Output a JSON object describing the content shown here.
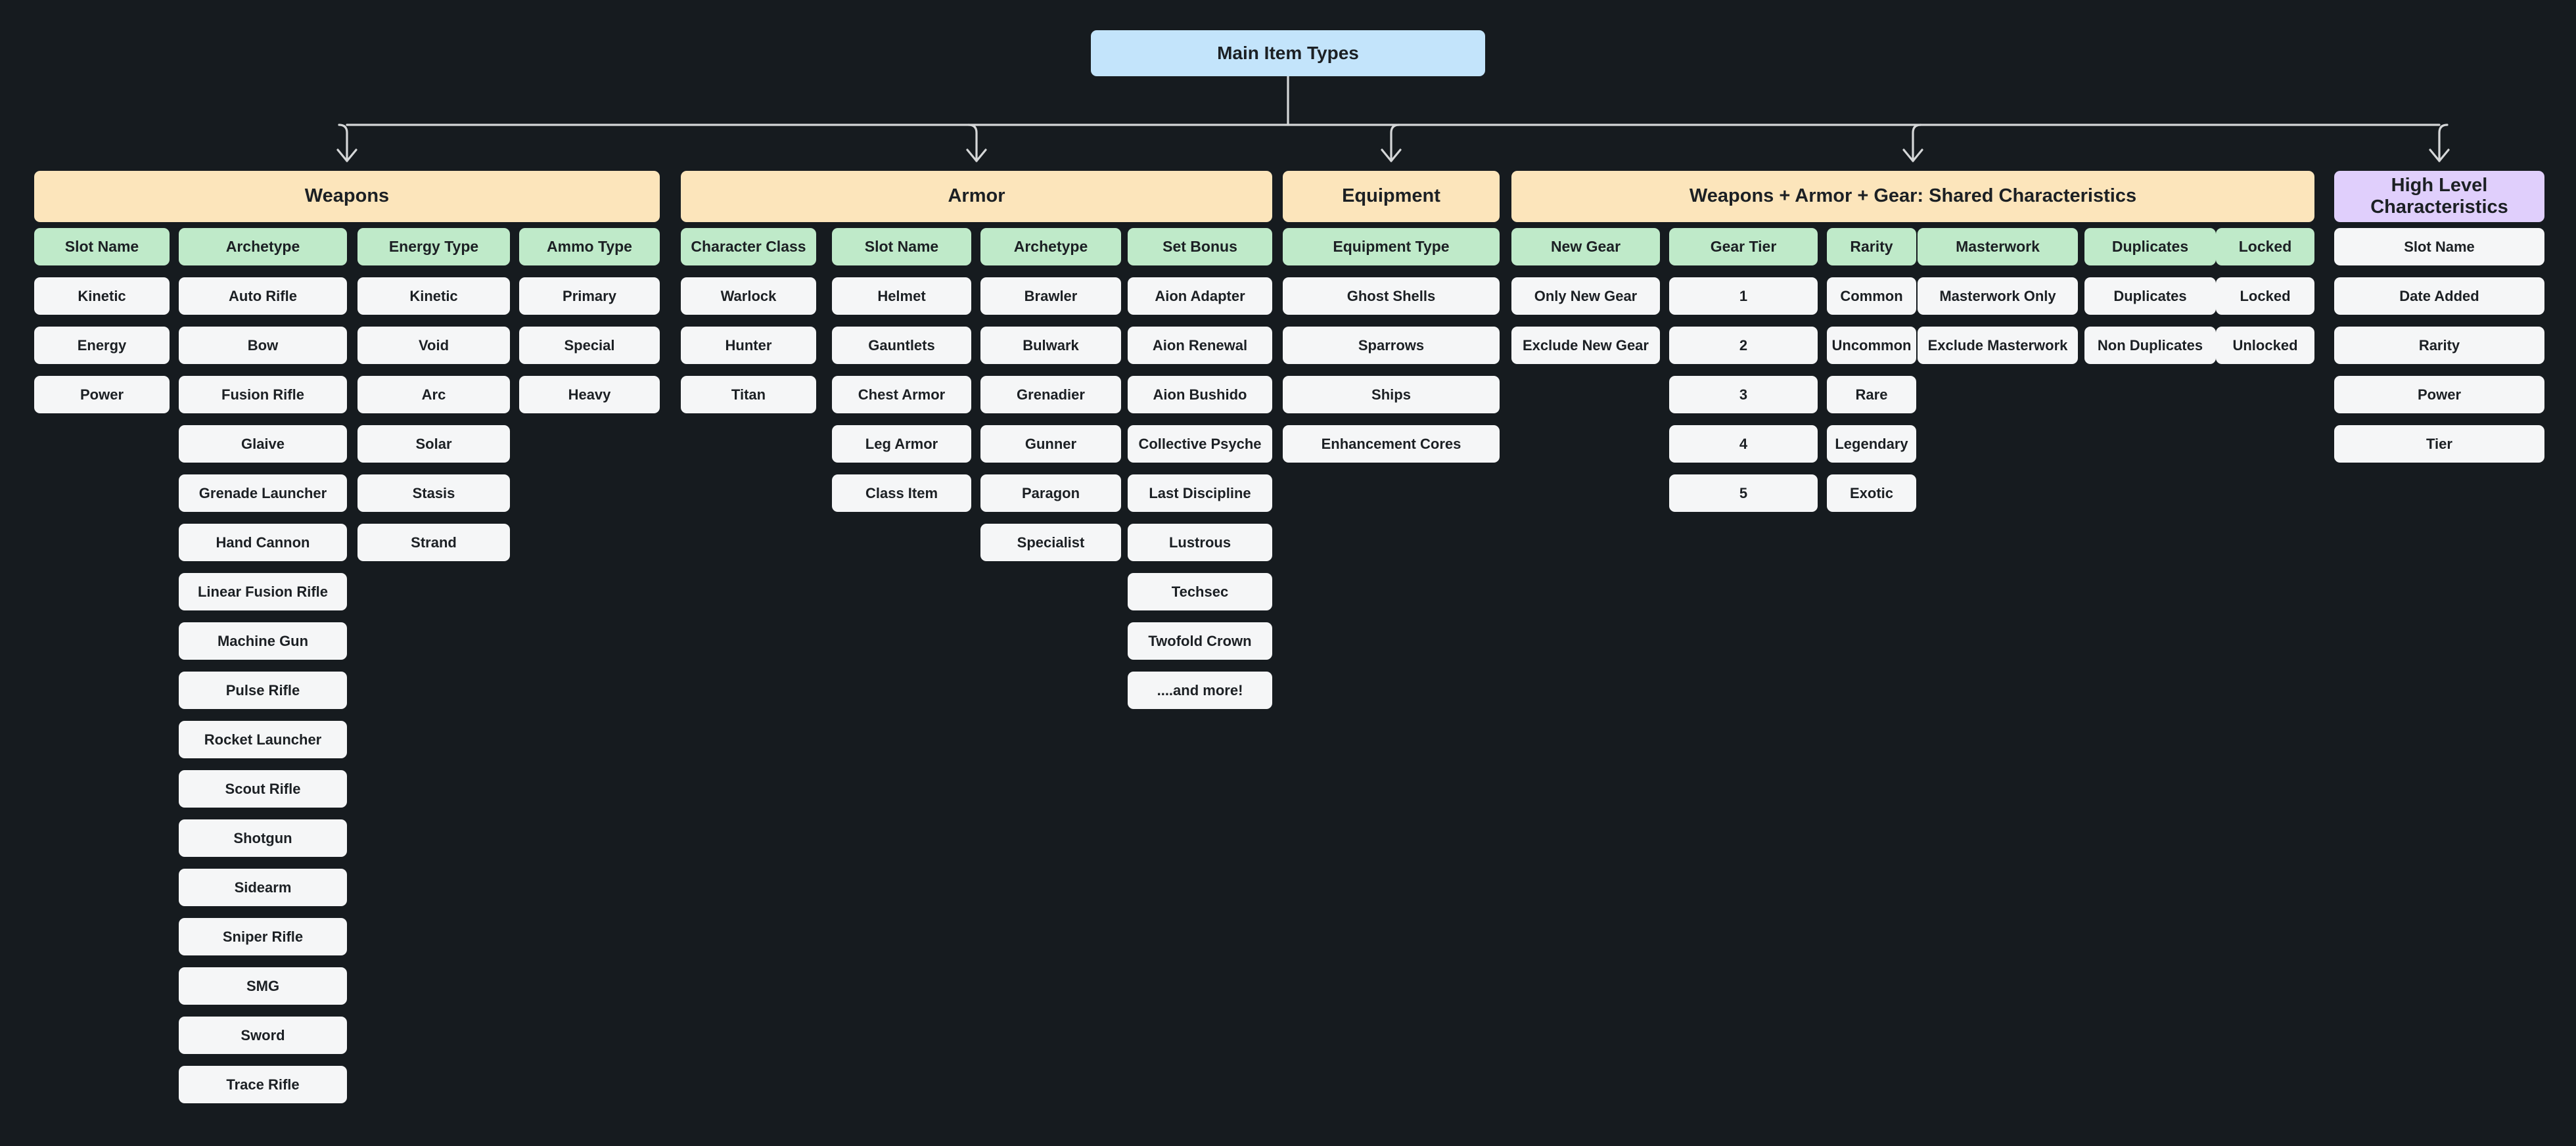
{
  "meta": {
    "background_color": "#161b1f",
    "connector_color": "#d5d7d8",
    "root_color": "#c3e4fb",
    "category_color": "#fce5bb",
    "category_alt_color": "#e0cffc",
    "subheader_color": "#bfeac9",
    "leaf_color": "#f5f6f7",
    "text_color": "#1c2024"
  },
  "root": {
    "label": "Main Item Types"
  },
  "categories": [
    {
      "id": "weapons",
      "label": "Weapons",
      "accent": "#fce5bb",
      "columns": [
        {
          "header": "Slot Name",
          "items": [
            "Kinetic",
            "Energy",
            "Power"
          ]
        },
        {
          "header": "Archetype",
          "items": [
            "Auto Rifle",
            "Bow",
            "Fusion Rifle",
            "Glaive",
            "Grenade Launcher",
            "Hand Cannon",
            "Linear Fusion Rifle",
            "Machine Gun",
            "Pulse Rifle",
            "Rocket Launcher",
            "Scout Rifle",
            "Shotgun",
            "Sidearm",
            "Sniper Rifle",
            "SMG",
            "Sword",
            "Trace Rifle"
          ]
        },
        {
          "header": "Energy Type",
          "items": [
            "Kinetic",
            "Void",
            "Arc",
            "Solar",
            "Stasis",
            "Strand"
          ]
        },
        {
          "header": "Ammo Type",
          "items": [
            "Primary",
            "Special",
            "Heavy"
          ]
        }
      ]
    },
    {
      "id": "armor",
      "label": "Armor",
      "accent": "#fce5bb",
      "columns": [
        {
          "header": "Character Class",
          "items": [
            "Warlock",
            "Hunter",
            "Titan"
          ]
        },
        {
          "header": "Slot Name",
          "items": [
            "Helmet",
            "Gauntlets",
            "Chest Armor",
            "Leg Armor",
            "Class Item"
          ]
        },
        {
          "header": "Archetype",
          "items": [
            "Brawler",
            "Bulwark",
            "Grenadier",
            "Gunner",
            "Paragon",
            "Specialist"
          ]
        },
        {
          "header": "Set Bonus",
          "items": [
            "Aion Adapter",
            "Aion Renewal",
            "Aion Bushido",
            "Collective Psyche",
            "Last Discipline",
            "Lustrous",
            "Techsec",
            "Twofold Crown",
            "....and more!"
          ]
        }
      ]
    },
    {
      "id": "equipment",
      "label": "Equipment",
      "accent": "#fce5bb",
      "columns": [
        {
          "header": "Equipment Type",
          "items": [
            "Ghost Shells",
            "Sparrows",
            "Ships",
            "Enhancement Cores"
          ]
        }
      ]
    },
    {
      "id": "shared",
      "label": "Weapons + Armor + Gear: Shared Characteristics",
      "accent": "#fce5bb",
      "columns": [
        {
          "header": "New Gear",
          "items": [
            "Only New Gear",
            "Exclude New Gear"
          ]
        },
        {
          "header": "Gear Tier",
          "items": [
            "1",
            "2",
            "3",
            "4",
            "5"
          ]
        },
        {
          "header": "Rarity",
          "items": [
            "Common",
            "Uncommon",
            "Rare",
            "Legendary",
            "Exotic"
          ]
        },
        {
          "header": "Masterwork",
          "items": [
            "Masterwork Only",
            "Exclude Masterwork"
          ]
        },
        {
          "header": "Duplicates",
          "items": [
            "Duplicates",
            "Non Duplicates"
          ]
        },
        {
          "header": "Locked",
          "items": [
            "Locked",
            "Unlocked"
          ]
        }
      ]
    },
    {
      "id": "high-level",
      "label": "High Level Characteristics",
      "accent": "#e0cffc",
      "columns": [
        {
          "header": null,
          "items": [
            "Slot Name",
            "Date Added",
            "Rarity",
            "Power",
            "Tier"
          ]
        }
      ]
    }
  ]
}
